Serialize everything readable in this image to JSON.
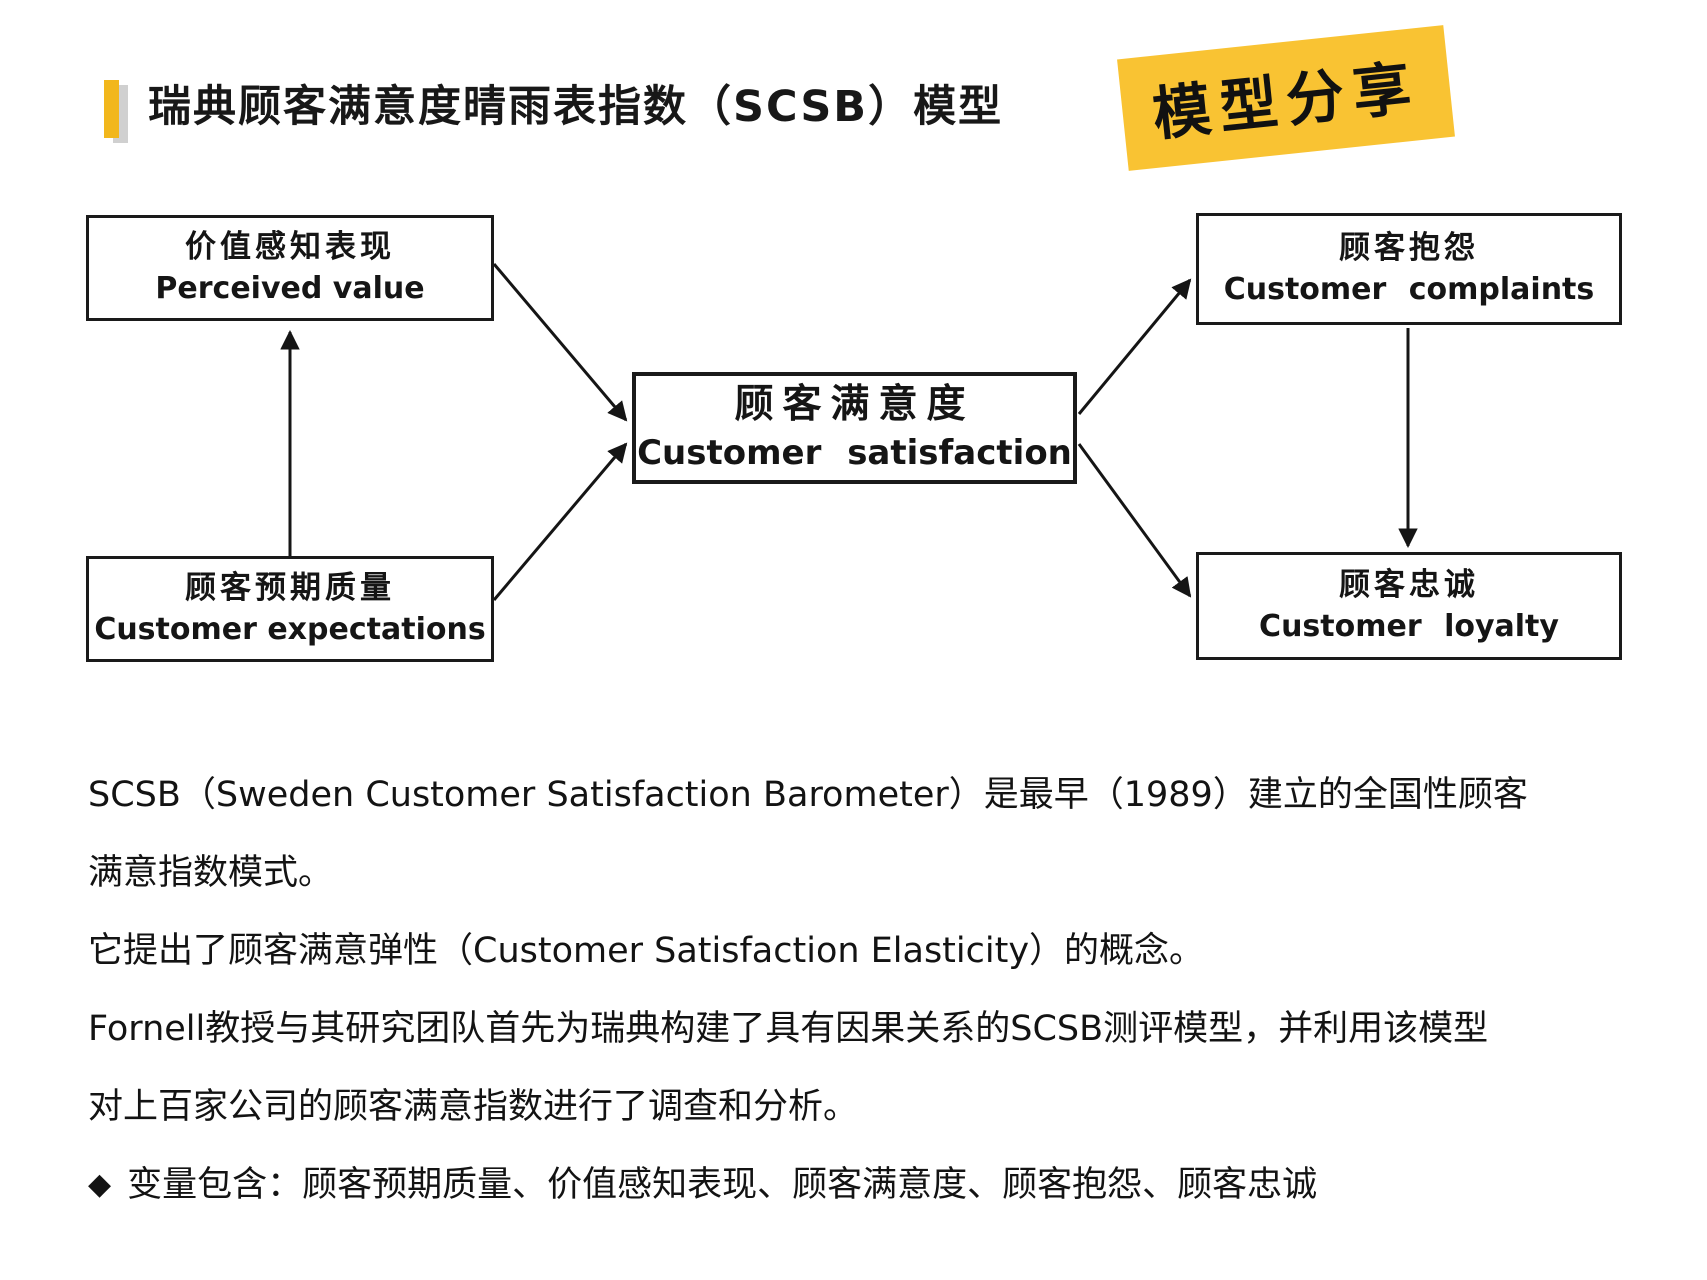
{
  "page": {
    "title": "瑞典顾客满意度晴雨表指数（SCSB）模型",
    "badge": "模型分享"
  },
  "colors": {
    "accent_gold": "#F2B71C",
    "badge_yellow": "#F9C333",
    "ink": "#151515",
    "background": "#FFFFFF"
  },
  "diagram": {
    "nodes": [
      {
        "id": "perceived_value",
        "zh": "价值感知表现",
        "en": "Perceived value"
      },
      {
        "id": "customer_expectations",
        "zh": "顾客预期质量",
        "en": "Customer expectations"
      },
      {
        "id": "customer_satisfaction",
        "zh": "顾客满意度",
        "en": "Customer satisfaction"
      },
      {
        "id": "customer_complaints",
        "zh": "顾客抱怨",
        "en": "Customer complaints"
      },
      {
        "id": "customer_loyalty",
        "zh": "顾客忠诚",
        "en": "Customer loyalty"
      }
    ],
    "edges": [
      {
        "from": "customer_expectations",
        "to": "perceived_value"
      },
      {
        "from": "perceived_value",
        "to": "customer_satisfaction"
      },
      {
        "from": "customer_expectations",
        "to": "customer_satisfaction"
      },
      {
        "from": "customer_satisfaction",
        "to": "customer_complaints"
      },
      {
        "from": "customer_satisfaction",
        "to": "customer_loyalty"
      },
      {
        "from": "customer_complaints",
        "to": "customer_loyalty"
      }
    ]
  },
  "body": {
    "lines": [
      "SCSB（Sweden Customer Satisfaction Barometer）是最早（1989）建立的全国性顾客",
      "满意指数模式。",
      "它提出了顾客满意弹性（Customer Satisfaction Elasticity）的概念。",
      "Fornell教授与其研究团队首先为瑞典构建了具有因果关系的SCSB测评模型，并利用该模型",
      "对上百家公司的顾客满意指数进行了调查和分析。"
    ],
    "bullet": {
      "marker": "◆",
      "text": "变量包含：顾客预期质量、价值感知表现、顾客满意度、顾客抱怨、顾客忠诚"
    }
  }
}
